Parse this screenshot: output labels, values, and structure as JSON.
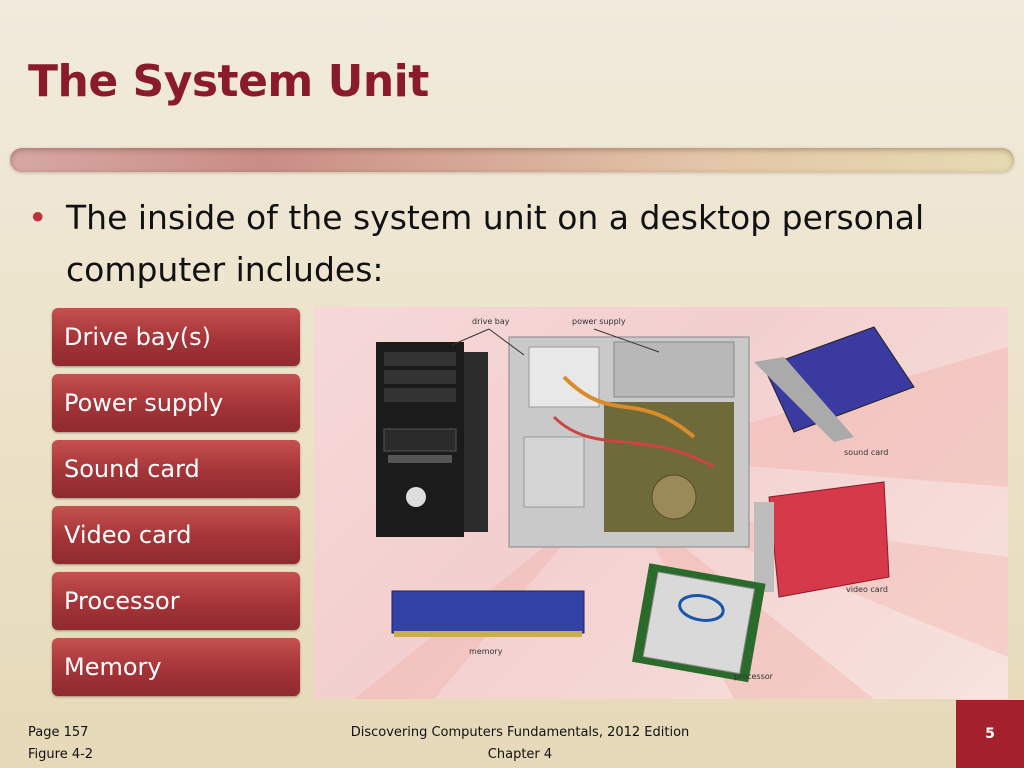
{
  "slide": {
    "title": "The System Unit",
    "bullet": "The inside of the system unit on a desktop personal computer includes:",
    "list_items": [
      "Drive bay(s)",
      "Power supply",
      "Sound card",
      "Video card",
      "Processor",
      "Memory"
    ],
    "figure_labels": {
      "drive_bay": "drive bay",
      "power_supply": "power supply",
      "sound_card": "sound card",
      "video_card": "video card",
      "memory": "memory",
      "processor": "processor"
    },
    "footer": {
      "page": "Page 157",
      "figure": "Figure 4-2",
      "book": "Discovering Computers Fundamentals, 2012 Edition",
      "chapter": "Chapter 4",
      "slide_number": "5"
    }
  },
  "colors": {
    "title": "#8a1b2b",
    "bullet_marker": "#c0303a",
    "list_item": "#a43438",
    "page_number_bg": "#a5202d"
  }
}
